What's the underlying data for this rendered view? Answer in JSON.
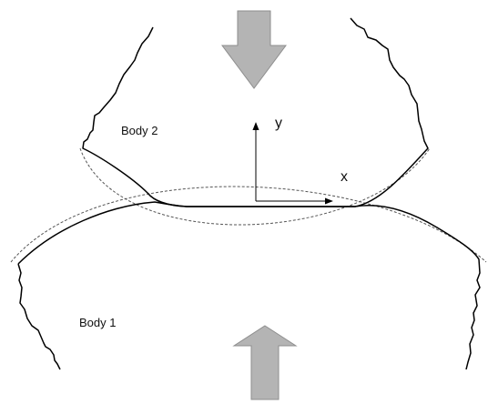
{
  "labels": {
    "body2": "Body 2",
    "body1": "Body 1",
    "axis_y": "y",
    "axis_x": "x"
  },
  "colors": {
    "outline": "#000000",
    "dashed": "#555555",
    "force_arrow_fill": "#b4b4b4",
    "force_arrow_stroke": "#8e8e8e"
  },
  "icons": [
    "arrow-down-icon",
    "arrow-up-icon"
  ]
}
